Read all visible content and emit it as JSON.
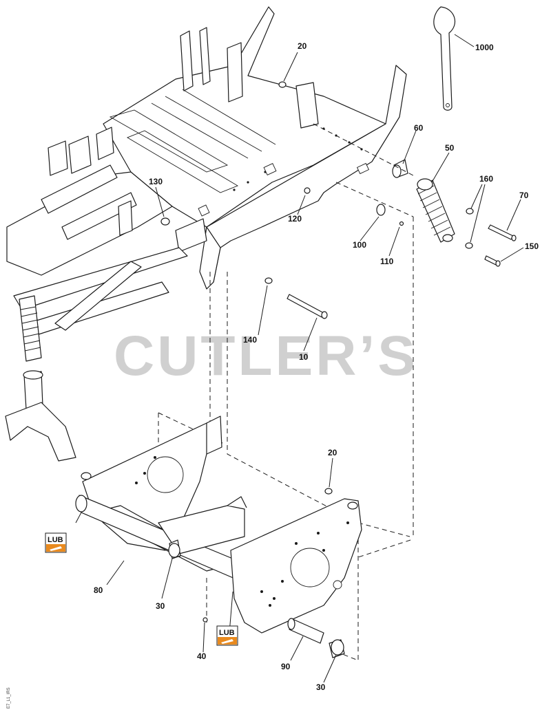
{
  "watermark": "CUTLER’S",
  "callouts": {
    "c1000": "1000",
    "c20_top": "20",
    "c60": "60",
    "c50": "50",
    "c160": "160",
    "c70": "70",
    "c130": "130",
    "c120": "120",
    "c100": "100",
    "c110": "110",
    "c150": "150",
    "c140": "140",
    "c10": "10",
    "c20_bottom": "20",
    "c80": "80",
    "c30_left": "30",
    "c40": "40",
    "c90": "90",
    "c30_bottom": "30"
  },
  "lub_label": "LUB",
  "side_code": "E7_L1_IRS"
}
